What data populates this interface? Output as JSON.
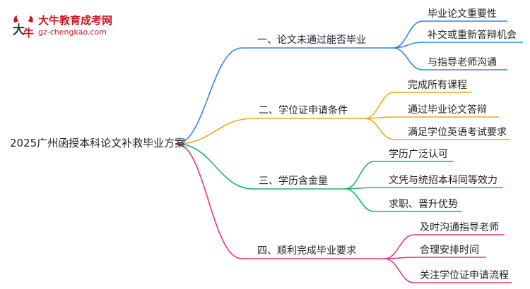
{
  "logo": {
    "title": "大牛教育成考网",
    "url": "gz-chengkao.com"
  },
  "root": "2025广州函授本科论文补救毕业方案",
  "branches": [
    {
      "label": "一、论文未通过能否毕业",
      "color": "#2f86ec",
      "children": [
        "毕业论文重要性",
        "补交或重新答辩机会",
        "与指导老师沟通"
      ]
    },
    {
      "label": "二、学位证申请条件",
      "color": "#f0a818",
      "children": [
        "完成所有课程",
        "通过毕业论文答辩",
        "满足学位英语考试要求"
      ]
    },
    {
      "label": "三、学历含金量",
      "color": "#22b46a",
      "children": [
        "学历广泛认可",
        "文凭与统招本科同等效力",
        "求职、晋升优势"
      ]
    },
    {
      "label": "四、顺利完成毕业要求",
      "color": "#e8337a",
      "children": [
        "及时沟通指导老师",
        "合理安排时间",
        "关注学位证申请流程"
      ]
    }
  ]
}
